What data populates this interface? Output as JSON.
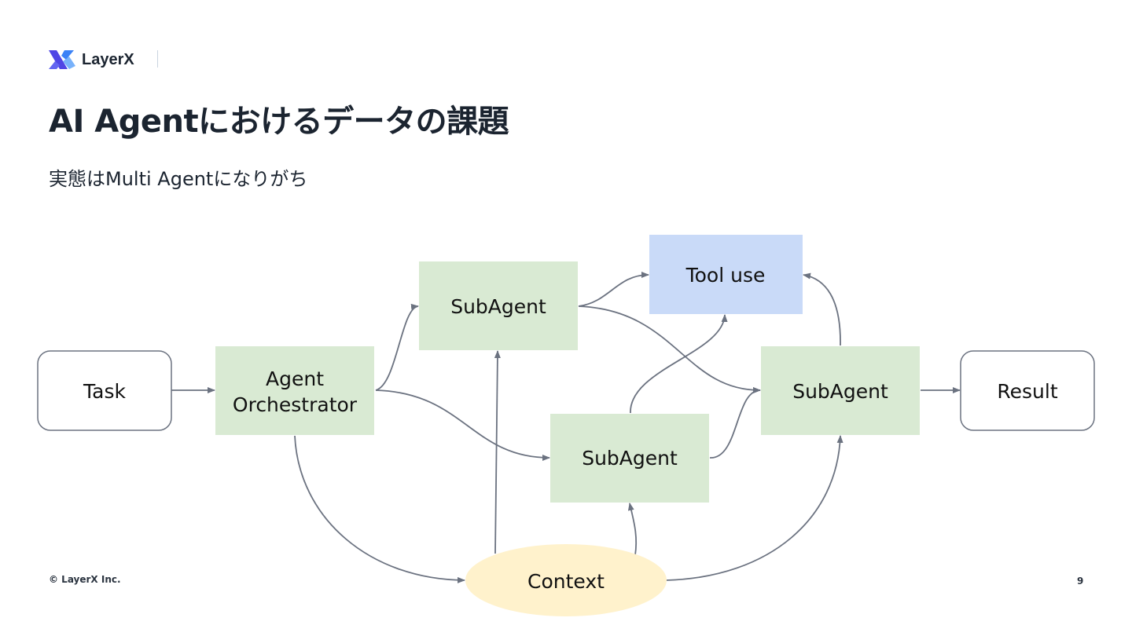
{
  "header": {
    "logo_text": "LayerX",
    "title": "AI Agentにおけるデータの課題",
    "subtitle": "実態はMulti Agentになりがち"
  },
  "diagram": {
    "nodes": {
      "task": "Task",
      "orchestrator_line1": "Agent",
      "orchestrator_line2": "Orchestrator",
      "subagent_top": "SubAgent",
      "subagent_middle": "SubAgent",
      "subagent_right": "SubAgent",
      "tool_use": "Tool use",
      "context": "Context",
      "result": "Result"
    },
    "colors": {
      "agent_fill": "#d9ead3",
      "tool_fill": "#c9daf8",
      "context_fill": "#fff2cc",
      "terminal_stroke": "#6b7280",
      "arrow": "#6b7280"
    }
  },
  "footer": {
    "copyright": "© LayerX Inc.",
    "page_number": "9"
  }
}
